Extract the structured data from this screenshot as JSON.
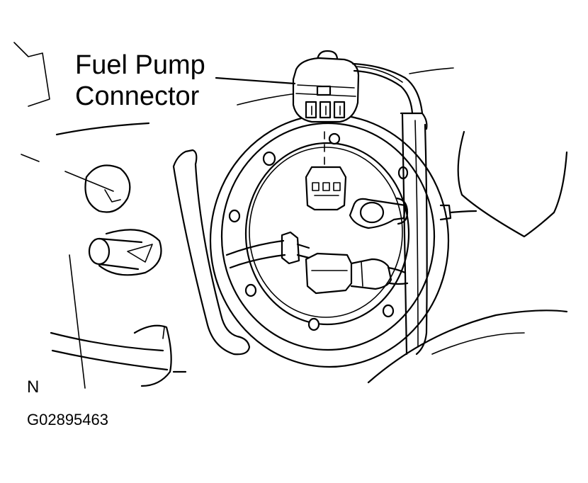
{
  "callout": {
    "line1": "Fuel Pump",
    "line2": "Connector"
  },
  "view_code": "N",
  "figure_id": "G02895463"
}
